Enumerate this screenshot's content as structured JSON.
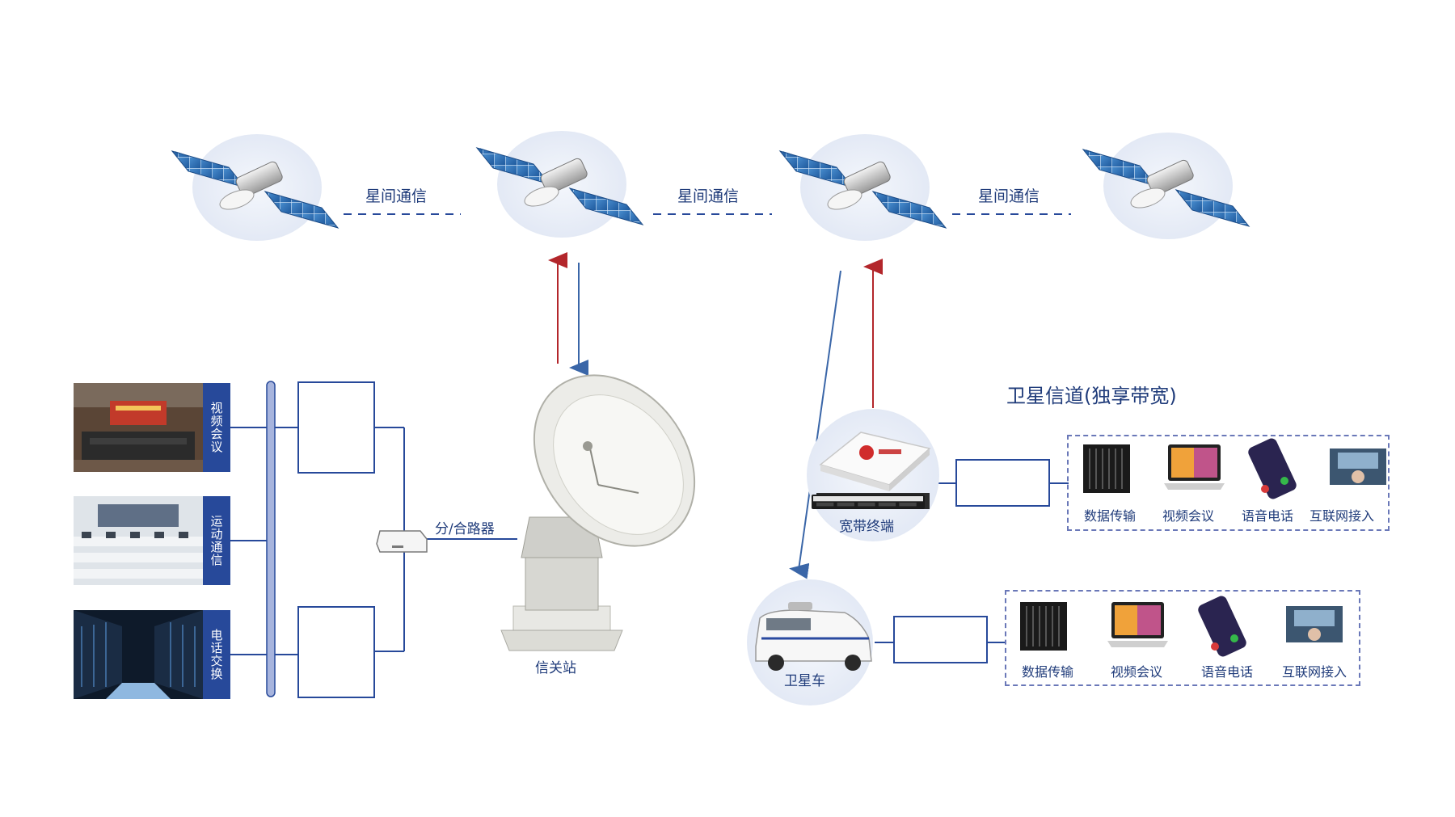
{
  "satellite_links": [
    "星间通信",
    "星间通信",
    "星间通信"
  ],
  "left_sources": [
    {
      "label": "视频会议",
      "icon": "meeting-room-photo"
    },
    {
      "label": "运动通信",
      "icon": "control-room-photo"
    },
    {
      "label": "电话交换",
      "icon": "server-room-photo"
    }
  ],
  "splitter_label": "分/合路器",
  "gateway_label": "信关站",
  "channel_title": "卫星信道(独享带宽)",
  "broadband_label": "宽带终端",
  "vehicle_label": "卫星车",
  "services_top": [
    "数据传输",
    "视频会议",
    "语音电话",
    "互联网接入"
  ],
  "services_bottom": [
    "数据传输",
    "视频会议",
    "语音电话",
    "互联网接入"
  ],
  "colors": {
    "primary": "#27499a",
    "uplink": "#b3262b",
    "downlink": "#3a66a8",
    "halo": "#e6ecf7"
  }
}
